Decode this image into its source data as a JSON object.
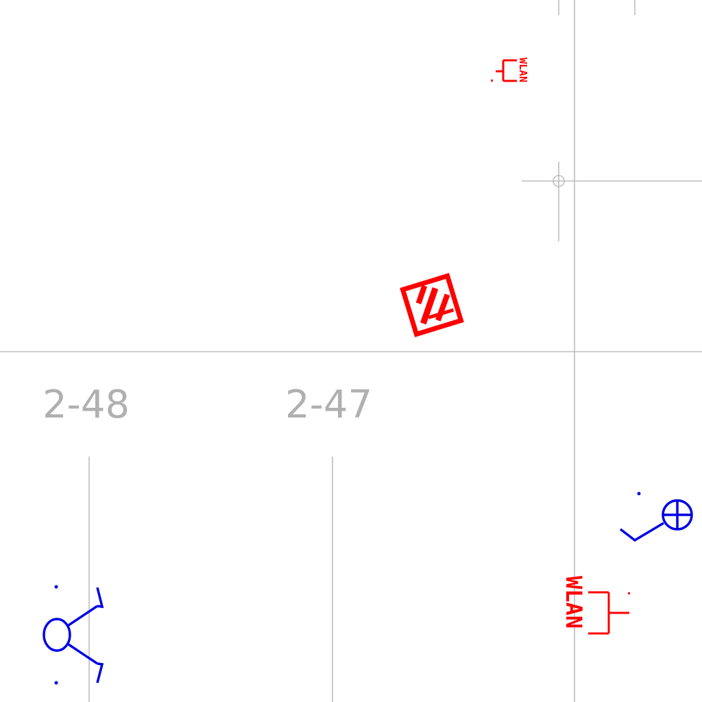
{
  "colors": {
    "grid": "#bdbdbd",
    "grid_label": "#b0b0b0",
    "electrical_red": "#ff0000",
    "electrical_blue": "#0000e6",
    "background": "#ffffff"
  },
  "grid_labels": [
    "2-48",
    "2-47"
  ],
  "symbols": [
    {
      "icon": "wlan-access-point-icon",
      "label": "WLAN"
    },
    {
      "icon": "wlan-access-point-icon",
      "label": "WLAN"
    },
    {
      "icon": "distribution-board-icon"
    },
    {
      "icon": "ceiling-light-outlet-icon"
    },
    {
      "icon": "wall-light-switch-icon"
    },
    {
      "icon": "survey-crosshair-icon"
    }
  ]
}
